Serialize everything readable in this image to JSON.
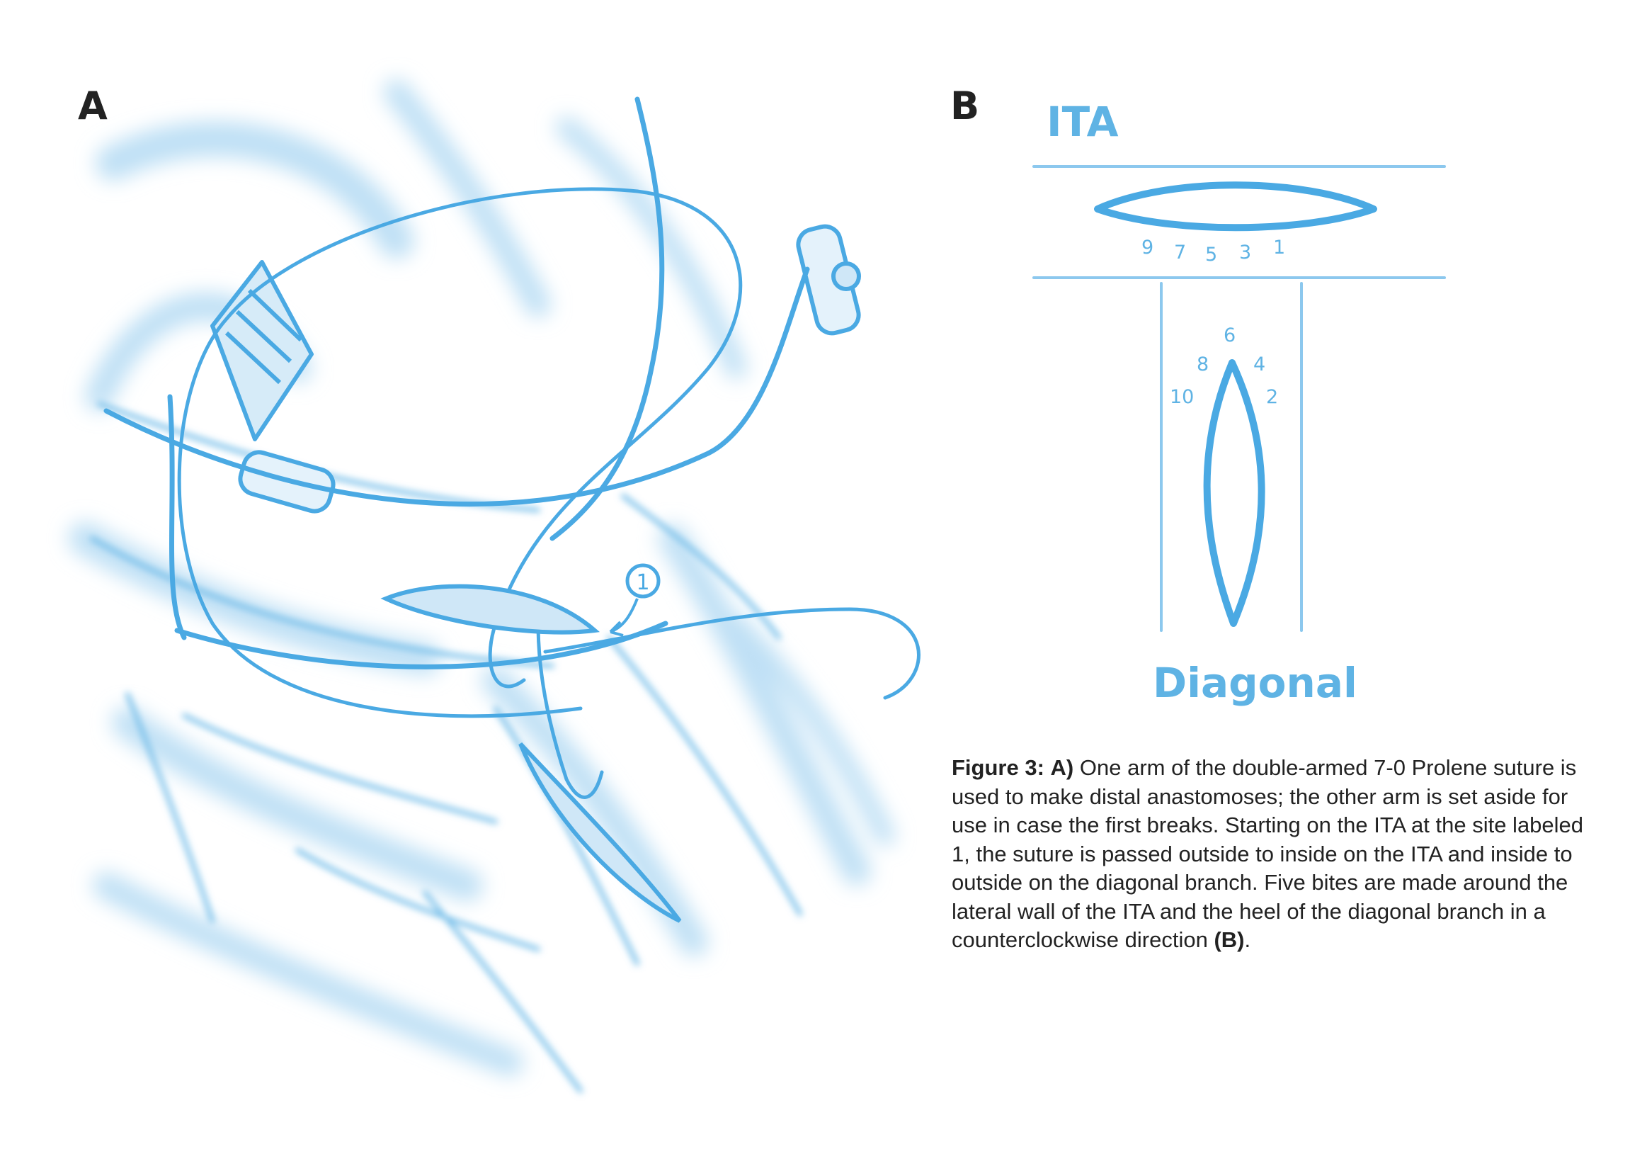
{
  "figure": {
    "panel_a_letter": "A",
    "panel_b_letter": "B"
  },
  "panel_a": {
    "site_marker": "1",
    "colors": {
      "stroke": "#4aa9e3",
      "shadow": "#bfe0f5",
      "fill": "#cfe7f7"
    }
  },
  "panel_b": {
    "ita_label": "ITA",
    "diagonal_label": "Diagonal",
    "ita_bite_numbers": [
      "9",
      "7",
      "5",
      "3",
      "1"
    ],
    "diagonal_bite_numbers": [
      "6",
      "8",
      "4",
      "10",
      "2"
    ],
    "label_color": "#5fb3e4"
  },
  "caption": {
    "figure_label": "Figure 3:",
    "part_a": "A)",
    "text": "One arm of the double-armed 7-0 Prolene suture is used to make distal anastomoses; the other arm is set aside for use in case the first breaks.  Starting on the ITA at the site labeled 1, the suture is passed outside to inside on the ITA and inside to outside on the diagonal branch. Five bites are made around the lateral wall of the ITA and the heel of the diagonal branch in a counterclockwise direction",
    "part_b": "(B)",
    "end": "."
  }
}
